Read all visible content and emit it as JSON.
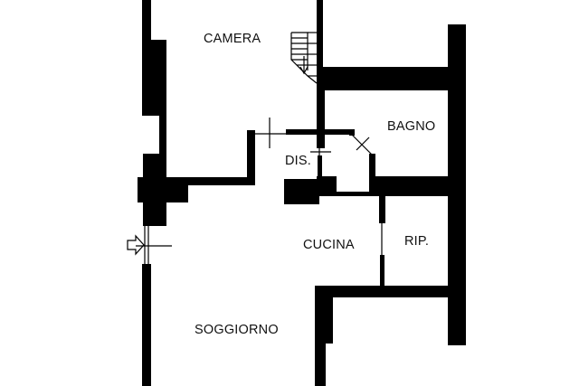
{
  "rooms": {
    "camera": "CAMERA",
    "bagno": "BAGNO",
    "dis": "DIS.",
    "cucina": "CUCINA",
    "rip": "RIP.",
    "soggiorno": "SOGGIORNO"
  },
  "colors": {
    "wall": "#000000",
    "background": "#ffffff",
    "text": "#111111"
  },
  "icons": {
    "entrance": "entrance-arrow-icon",
    "stairs": "staircase-icon"
  }
}
